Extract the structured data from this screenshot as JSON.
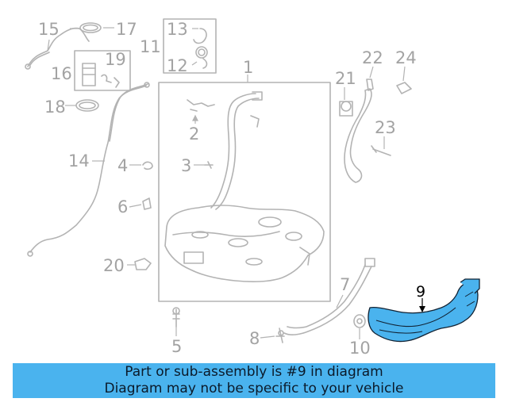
{
  "callouts": {
    "c1": "1",
    "c2": "2",
    "c3": "3",
    "c4": "4",
    "c5": "5",
    "c6": "6",
    "c7": "7",
    "c8": "8",
    "c9": "9",
    "c10": "10",
    "c11": "11",
    "c12": "12",
    "c13": "13",
    "c14": "14",
    "c15": "15",
    "c16": "16",
    "c17": "17",
    "c18": "18",
    "c19": "19",
    "c20": "20",
    "c21": "21",
    "c22": "22",
    "c23": "23",
    "c24": "24"
  },
  "highlight": {
    "part": "9",
    "color": "#4ab3ee"
  },
  "banner": {
    "line1": "Part or sub-assembly is #9 in diagram",
    "line2": "Diagram may not be specific to your vehicle",
    "background": "#4ab3ee"
  },
  "colors": {
    "linework": "#b3b3b3",
    "callout": "#a3a3a3"
  }
}
